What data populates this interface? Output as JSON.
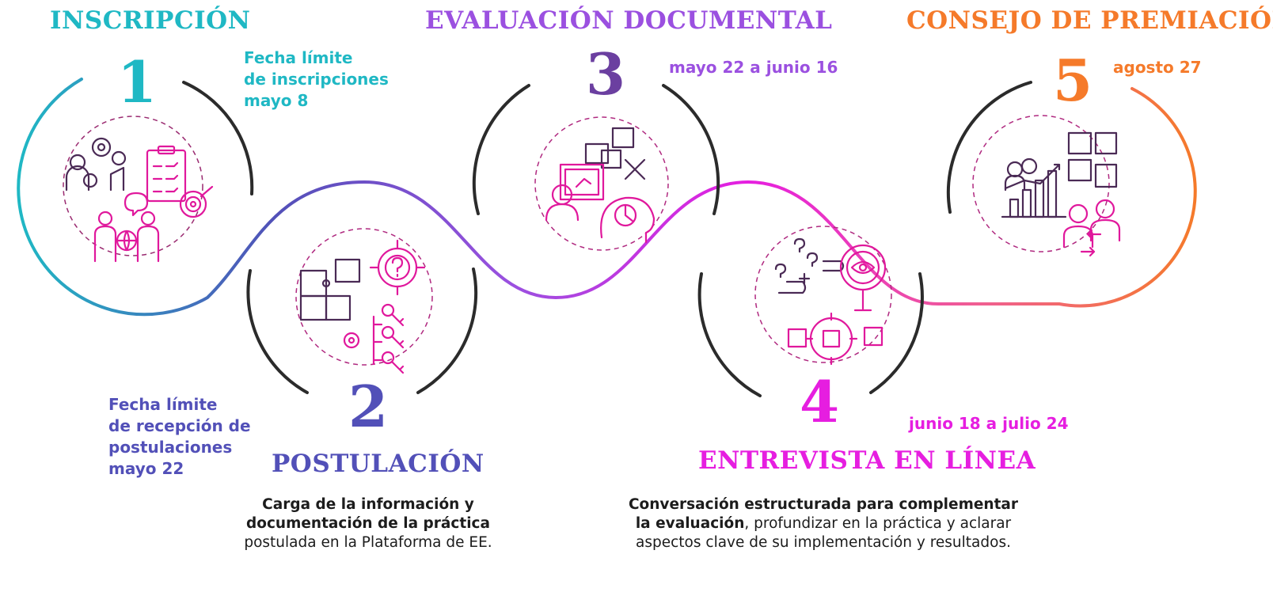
{
  "colors": {
    "teal": "#1fb8c4",
    "blue": "#5250b8",
    "purple": "#9b50e0",
    "magenta": "#e61ee0",
    "orange": "#f57a2a",
    "num_purple": "#6b3fa0",
    "arc_dark": "#2b2b2b",
    "icon_dark": "#4a2a55",
    "icon_pink": "#e0189c"
  },
  "stages": [
    {
      "number": "1",
      "title": "INSCRIPCIÓN",
      "date_lines": [
        "Fecha límite",
        "de inscripciones",
        "mayo 8"
      ],
      "icon": "people-gears-checklist-target-icon"
    },
    {
      "number": "2",
      "title": "POSTULACIÓN",
      "date_lines": [
        "Fecha límite",
        "de recepción de",
        "postulaciones",
        "mayo 22"
      ],
      "icon": "puzzle-question-keys-icon",
      "description": {
        "bold": "Carga de la información y documentación de la práctica",
        "normal": " postulada en la Plataforma de EE."
      }
    },
    {
      "number": "3",
      "title": "EVALUACIÓN DOCUMENTAL",
      "date_lines": [
        "mayo 22 a junio 16"
      ],
      "icon": "presentation-puzzle-head-icon"
    },
    {
      "number": "4",
      "title": "ENTREVISTA EN LÍNEA",
      "date_lines": [
        "junio 18 a julio 24"
      ],
      "icon": "magnifier-eye-puzzle-icon",
      "description": {
        "bold": "Conversación estructurada para complementar la evaluación",
        "normal": ", profundizar en la práctica y aclarar aspectos clave de su implementación y resultados."
      }
    },
    {
      "number": "5",
      "title": "CONSEJO DE PREMIACIÓN",
      "date_lines": [
        "agosto 27"
      ],
      "icon": "team-growth-puzzle-icon"
    }
  ]
}
